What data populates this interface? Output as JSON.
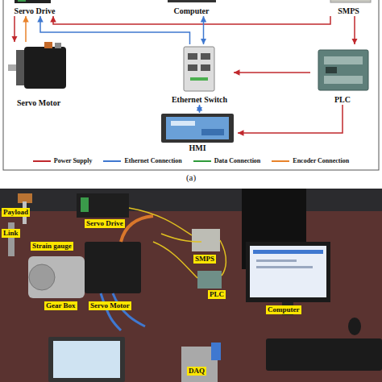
{
  "diagram": {
    "nodes": [
      {
        "text": [
          "Servo Drive"
        ]
      },
      {
        "text": [
          "Computer"
        ]
      },
      {
        "text": [
          "SMPS"
        ]
      },
      {
        "text": [
          "Servo Motor"
        ]
      },
      {
        "text": [
          "Ethernet Switch"
        ]
      },
      {
        "text": [
          "PLC"
        ]
      },
      {
        "text": [
          "HMI"
        ]
      }
    ],
    "edges": [
      {
        "from": 0,
        "to": 3,
        "arrow": "to"
      },
      {
        "from": 3,
        "to": 0,
        "arrow": "to"
      },
      {
        "from": 2,
        "to": 0,
        "arrow": "to"
      },
      {
        "from": 4,
        "to": 0,
        "arrow": "to"
      },
      {
        "from": 4,
        "to": 1,
        "arrow": "both"
      },
      {
        "from": 2,
        "to": 5,
        "arrow": "to"
      },
      {
        "from": 5,
        "to": 4,
        "arrow": "to"
      },
      {
        "from": 5,
        "to": 6,
        "arrow": "to"
      },
      {
        "from": 4,
        "to": 6,
        "arrow": "both"
      }
    ],
    "labels": [
      "(a)",
      "Payload",
      "Link",
      "Strain gauge",
      "Servo Drive",
      "SMPS",
      "Gear Box",
      "Servo Motor",
      "PLC",
      "Computer",
      "DAQ"
    ],
    "legend": [
      {
        "text": "Power Supply",
        "color": "#c0282d"
      },
      {
        "text": "Ethernet Connection",
        "color": "#3f78d0"
      },
      {
        "text": "Data Connection",
        "color": "#2e9a3a"
      },
      {
        "text": "Encoder Connection",
        "color": "#e8822a"
      }
    ]
  }
}
